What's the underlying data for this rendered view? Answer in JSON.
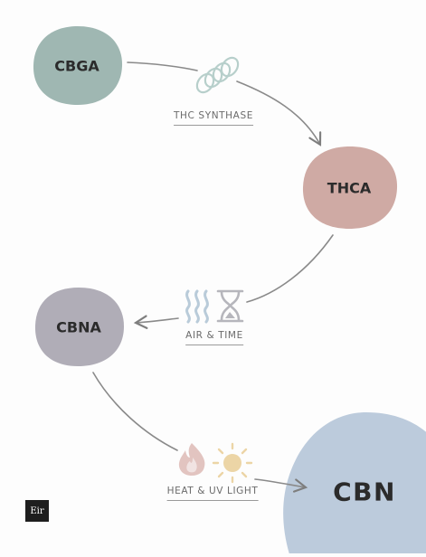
{
  "nodes": {
    "cbga": "CBGA",
    "thca": "THCA",
    "cbna": "CBNA",
    "cbn": "CBN"
  },
  "steps": {
    "synthase": "THC SYNTHASE",
    "air_time": "AIR & TIME",
    "heat_uv": "HEAT & UV LIGHT"
  },
  "icons": [
    "coil-icon",
    "air-waves-icon",
    "hourglass-icon",
    "flame-icon",
    "sun-icon"
  ],
  "brand": "Eir",
  "colors": {
    "cbga": "#9fb7b2",
    "thca": "#cfaaa4",
    "cbna": "#b0adb7",
    "cbn": "#bccbdc",
    "arrow": "#8a8a8a",
    "flame": "#e2c4c0",
    "sun": "#ecd5a6",
    "air": "#b9cbd9",
    "hourglass": "#b6b6bc",
    "coil": "#b7cfcb"
  }
}
